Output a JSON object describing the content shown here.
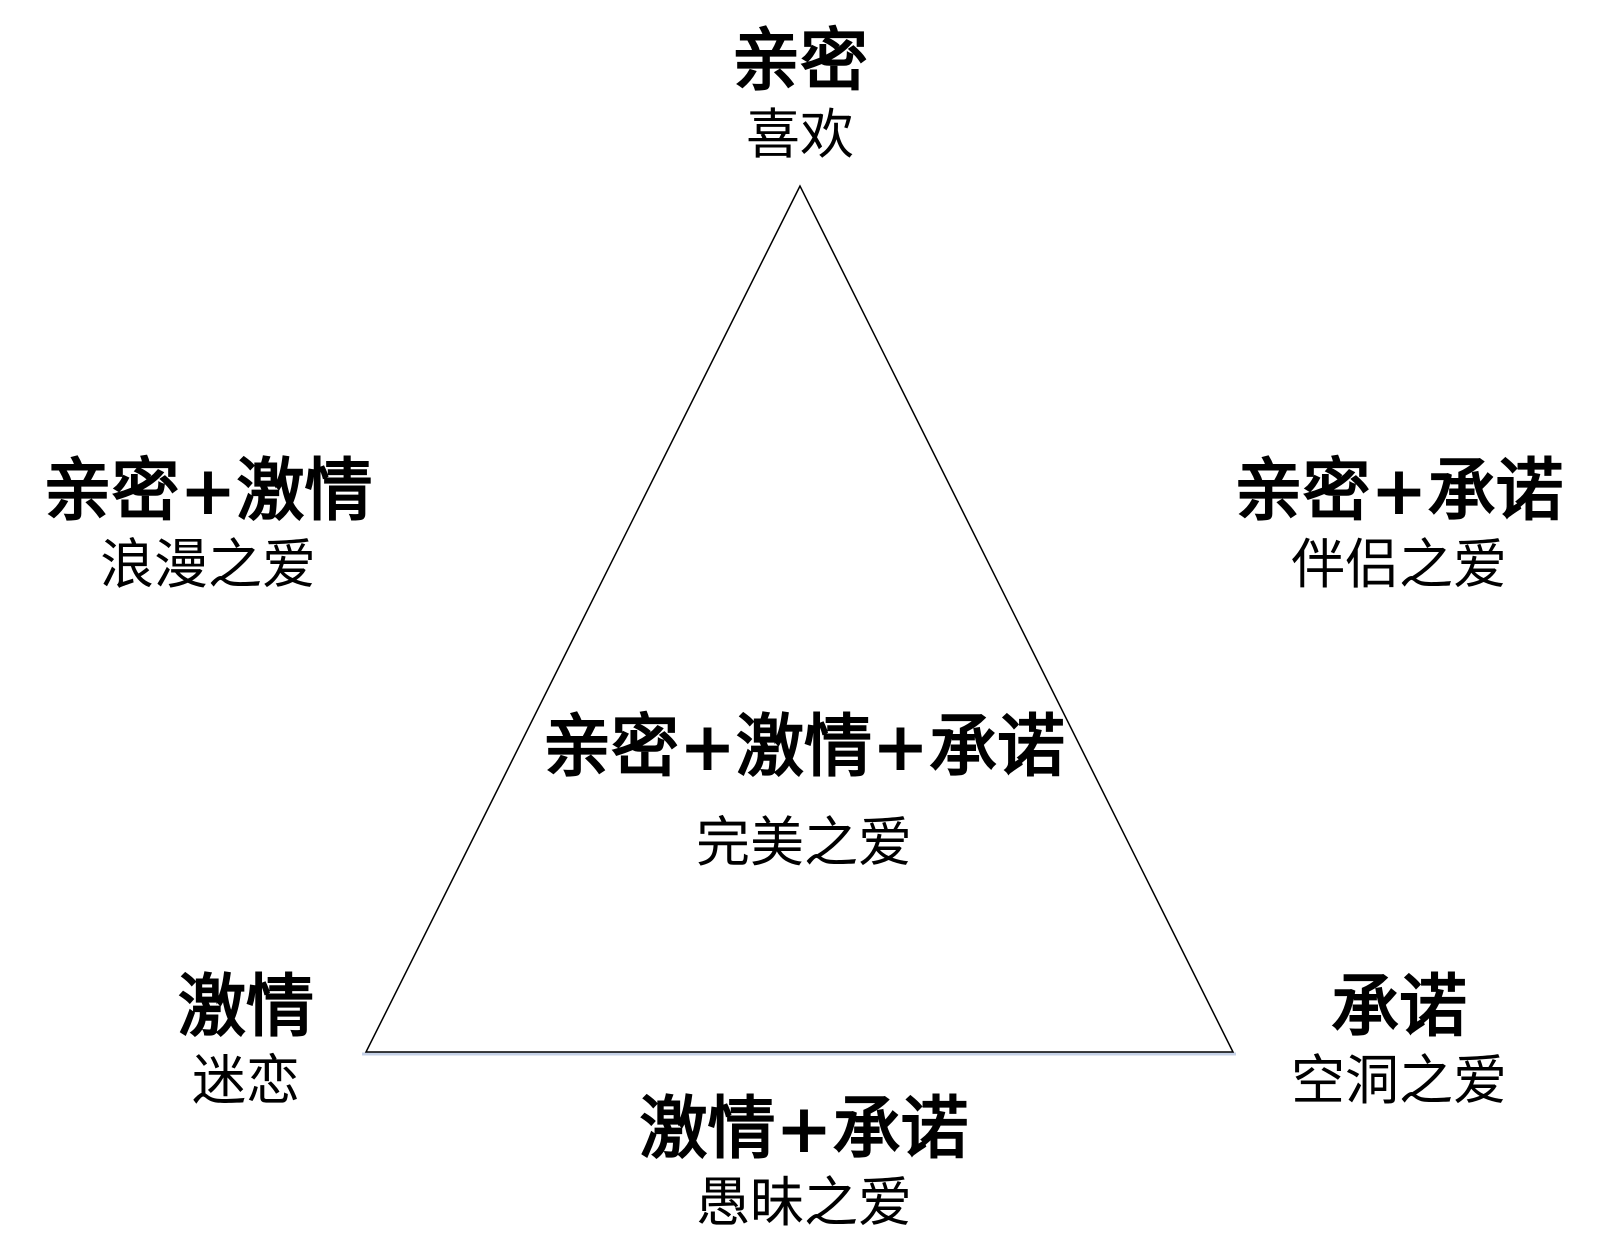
{
  "diagram": {
    "top": {
      "component": "亲密",
      "love_type": "喜欢"
    },
    "bottom_left": {
      "component": "激情",
      "love_type": "迷恋"
    },
    "bottom_right": {
      "component": "承诺",
      "love_type": "空洞之爱"
    },
    "left_side": {
      "component": "亲密+激情",
      "love_type": "浪漫之爱"
    },
    "right_side": {
      "component": "亲密+承诺",
      "love_type": "伴侣之爱"
    },
    "bottom_side": {
      "component": "激情+承诺",
      "love_type": "愚昧之爱"
    },
    "center": {
      "component": "亲密+激情+承诺",
      "love_type": "完美之爱"
    }
  },
  "colors": {
    "line": "#000000",
    "text": "#000000",
    "shadow": "#9fb4d8"
  }
}
